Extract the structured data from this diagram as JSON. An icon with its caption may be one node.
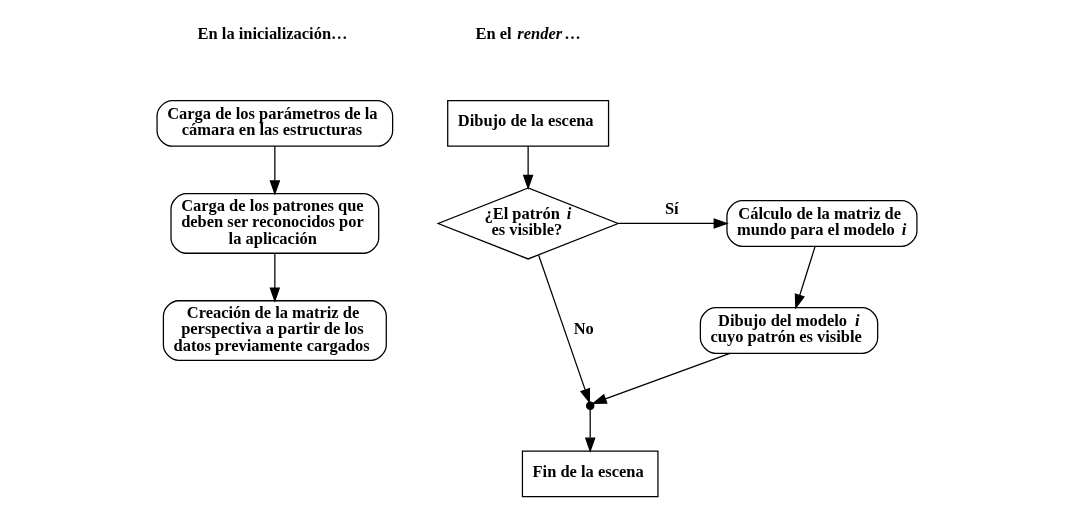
{
  "diagram": {
    "nodes": [
      {
        "text": [
          "Carga de los parámetros de la cámara en las estructuras"
        ]
      },
      {
        "text": [
          "Carga de los patrones que deben ser reconocidos por la aplicación"
        ]
      },
      {
        "text": [
          "Creación de la matriz de perspectiva a partir de los datos previamente cargados"
        ]
      },
      {
        "text": [
          "Dibujo de la escena"
        ]
      },
      {
        "text": [
          "¿El patrón *i* es visible?"
        ]
      },
      {
        "text": [
          "Cálculo de la matriz de mundo para el modelo *i*"
        ]
      },
      {
        "text": [
          "Dibujo del modelo *i* cuyo patrón es visible"
        ]
      },
      {
        "text": [],
        "shape": "circle"
      },
      {
        "text": [
          "Fin de la escena"
        ]
      }
    ],
    "edges": [
      {
        "from": 0,
        "to": 1,
        "arrow": "to"
      },
      {
        "from": 1,
        "to": 2,
        "arrow": "to"
      },
      {
        "from": 3,
        "to": 4,
        "arrow": "to"
      },
      {
        "from": 4,
        "to": 5,
        "arrow": "to",
        "label": "Sí"
      },
      {
        "from": 4,
        "to": 7,
        "arrow": "to",
        "label": "No"
      },
      {
        "from": 5,
        "to": 6,
        "arrow": "to"
      },
      {
        "from": 6,
        "to": 7,
        "arrow": "to"
      },
      {
        "from": 7,
        "to": 8,
        "arrow": "to"
      }
    ],
    "labels": [
      "En la inicialización…",
      "En el *render*…"
    ]
  }
}
